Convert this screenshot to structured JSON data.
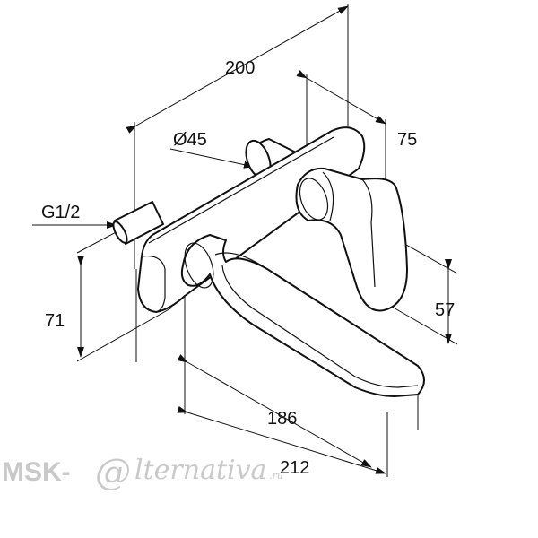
{
  "dimensions": {
    "width_overall": "200",
    "depth_handle": "75",
    "rosette_diameter": "Ø45",
    "connection_thread": "G1/2",
    "height_spout": "71",
    "height_handle": "57",
    "spout_length": "186",
    "spout_length_overall": "212"
  },
  "watermark": {
    "prefix": "MSK-",
    "at_sign": "@",
    "script": "lternativa",
    "suffix": ".ru"
  },
  "colors": {
    "line": "#111111",
    "watermark": "#c9c9c9",
    "background": "#ffffff"
  }
}
